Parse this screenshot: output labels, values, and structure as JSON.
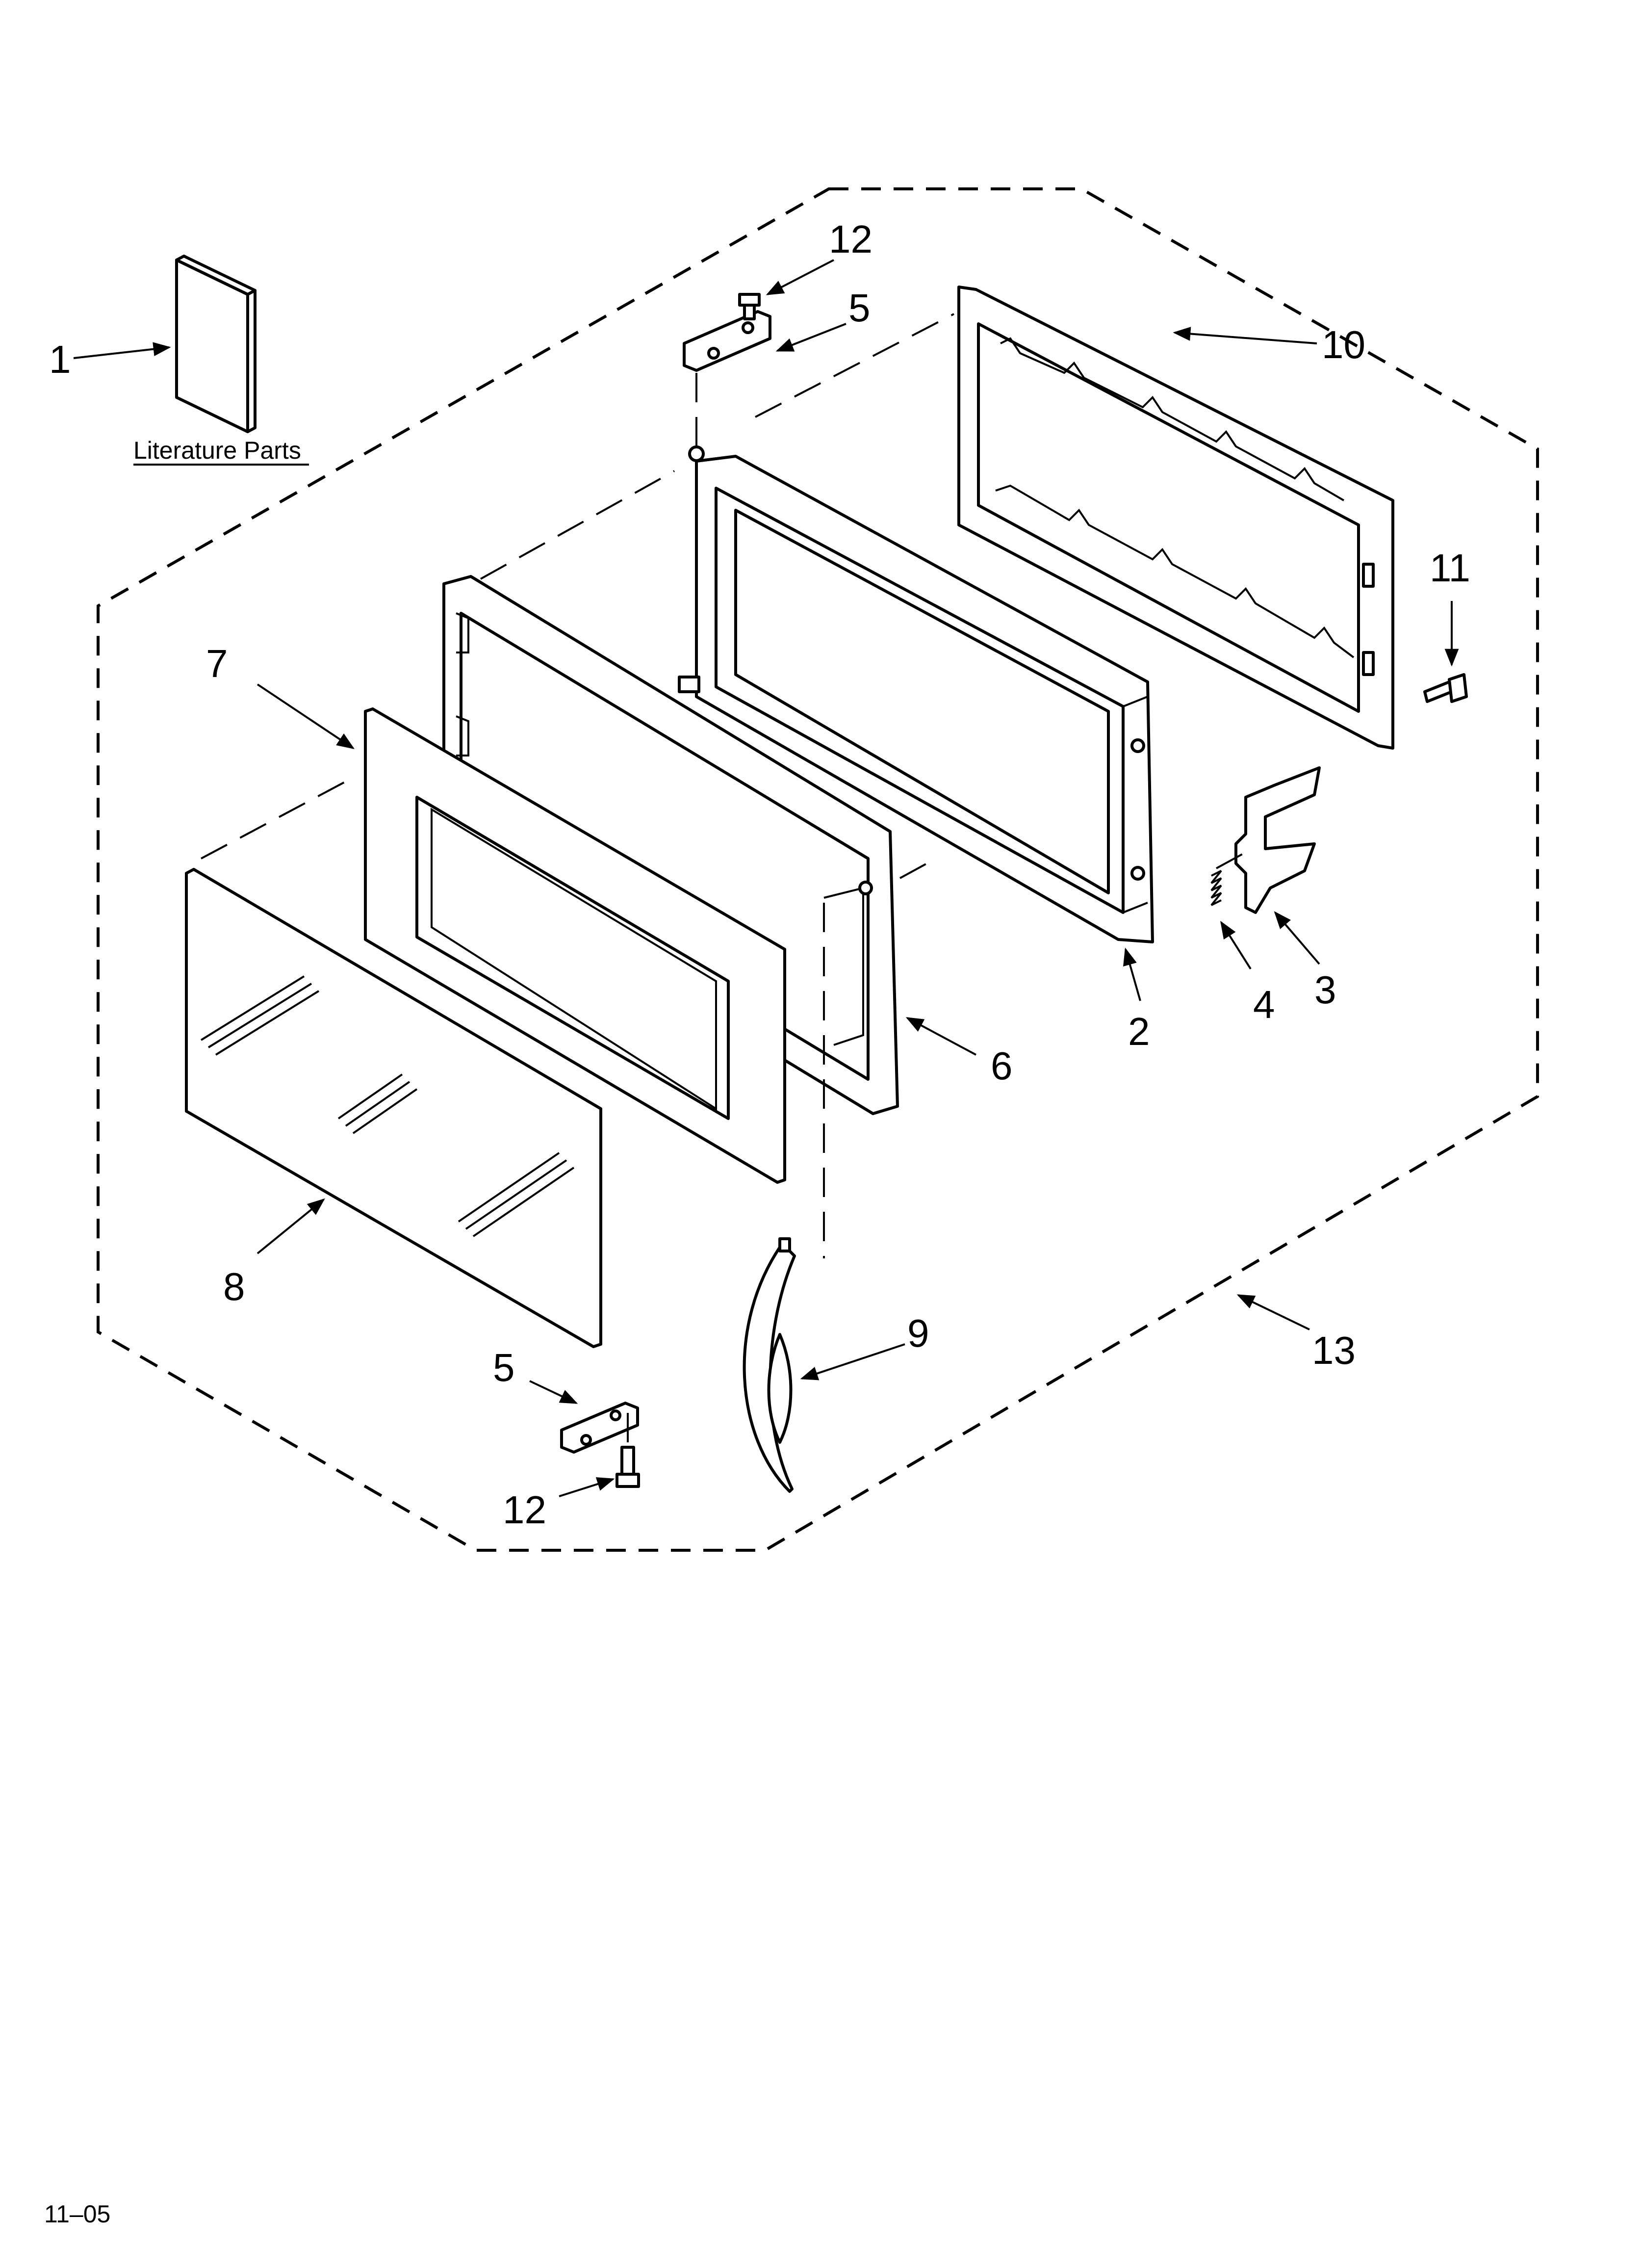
{
  "diagram": {
    "callouts": [
      {
        "id": "c1",
        "label": "1"
      },
      {
        "id": "c12a",
        "label": "12"
      },
      {
        "id": "c5a",
        "label": "5"
      },
      {
        "id": "c10",
        "label": "10"
      },
      {
        "id": "c11",
        "label": "11"
      },
      {
        "id": "c7",
        "label": "7"
      },
      {
        "id": "c3",
        "label": "3"
      },
      {
        "id": "c4",
        "label": "4"
      },
      {
        "id": "c2",
        "label": "2"
      },
      {
        "id": "c6",
        "label": "6"
      },
      {
        "id": "c8",
        "label": "8"
      },
      {
        "id": "c9",
        "label": "9"
      },
      {
        "id": "c13",
        "label": "13"
      },
      {
        "id": "c5b",
        "label": "5"
      },
      {
        "id": "c12b",
        "label": "12"
      }
    ],
    "literature_caption": "Literature Parts",
    "page_code": "11–05"
  }
}
